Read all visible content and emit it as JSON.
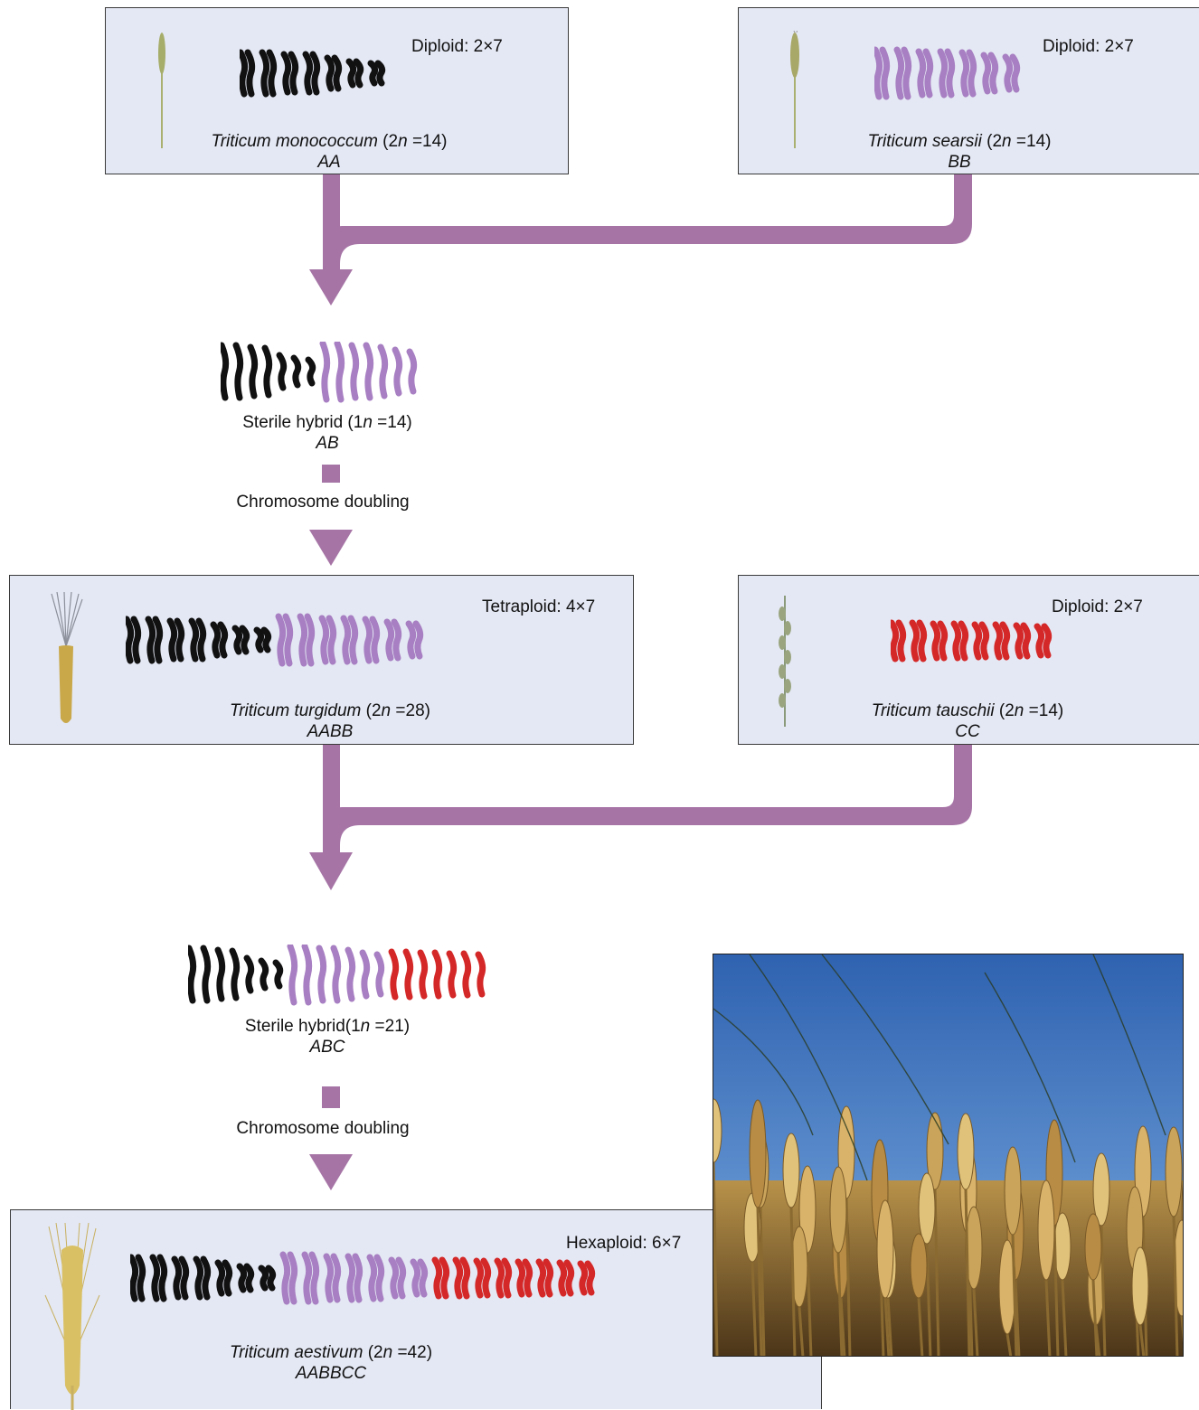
{
  "boxes": {
    "monococcum": {
      "ploidy": "Diploid: 2×7",
      "species": "Triticum monococcum",
      "count_prefix": "(2",
      "count_n": "n",
      "count_suffix": " =14)",
      "genome": "AA"
    },
    "searsii": {
      "ploidy": "Diploid: 2×7",
      "species": "Triticum searsii",
      "count_prefix": "(2",
      "count_n": "n",
      "count_suffix": " =14)",
      "genome": "BB"
    },
    "turgidum": {
      "ploidy": "Tetraploid: 4×7",
      "species": "Triticum turgidum",
      "count_prefix": "(2",
      "count_n": "n",
      "count_suffix": " =28)",
      "genome": "AABB"
    },
    "tauschii": {
      "ploidy": "Diploid: 2×7",
      "species": "Triticum tauschii",
      "count_prefix": "(2",
      "count_n": "n",
      "count_suffix": " =14)",
      "genome": "CC"
    },
    "aestivum": {
      "ploidy": "Hexaploid: 6×7",
      "species": "Triticum aestivum",
      "count_prefix": "(2",
      "count_n": "n",
      "count_suffix": " =42)",
      "genome": "AABBCC"
    }
  },
  "hybrids": {
    "ab": {
      "prefix": "Sterile hybrid (1",
      "n": "n",
      "suffix": " =14)",
      "genome": "AB"
    },
    "abc": {
      "prefix": "Sterile hybrid(1",
      "n": "n",
      "suffix": " =21)",
      "genome": "ABC"
    }
  },
  "steps": {
    "doubling_1": "Chromosome doubling",
    "doubling_2": "Chromosome doubling"
  },
  "colors": {
    "box_fill": "#e4e8f4",
    "arrow": "#a675a6",
    "genome_a": "#111111",
    "genome_b": "#a77fc2",
    "genome_c": "#d42828"
  },
  "icons": {
    "photo": "wheat-field-photo",
    "spike": "wheat-spike-icon"
  }
}
